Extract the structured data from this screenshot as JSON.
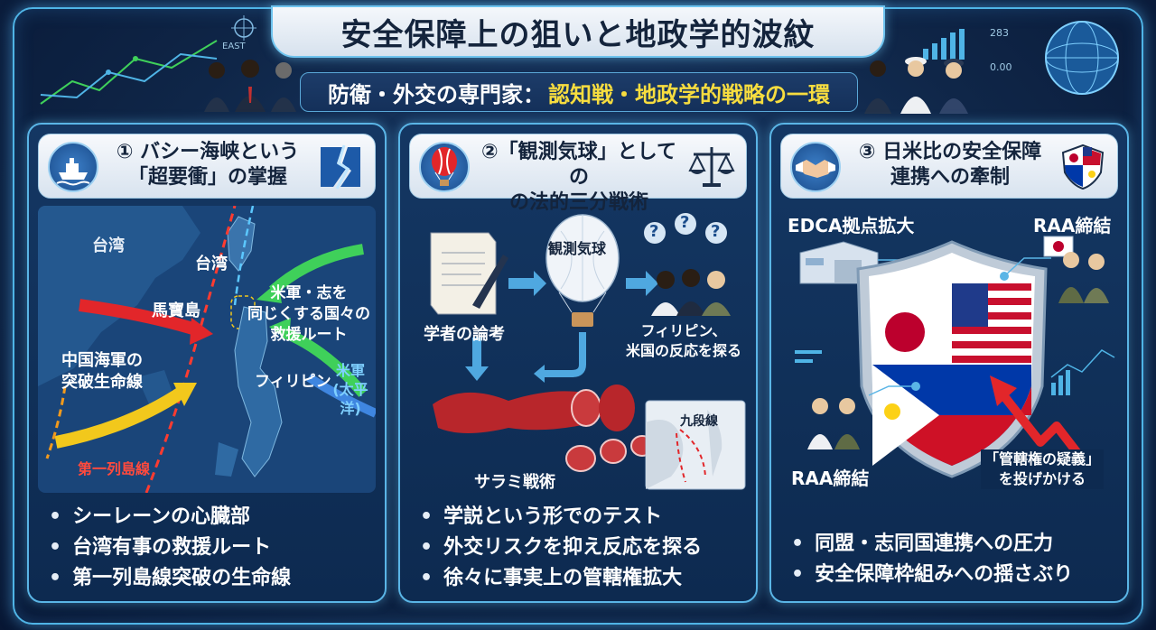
{
  "title": "安全保障上の狙いと地政学的波紋",
  "subtitle": {
    "prefix": "防衛・外交の専門家：",
    "highlight": "認知戦・地政学的戦略の一環"
  },
  "deco": {
    "east": "EAST",
    "num_top": "283",
    "num_mid": "0.00"
  },
  "panels": [
    {
      "header": [
        "① バシー海峡という",
        "「超要衝」の掌握"
      ],
      "icon": "ship-icon",
      "side_icon": "strait-map-icon",
      "labels": {
        "taiwan_sea": "台湾",
        "taiwan": "台湾",
        "mabao": "馬寶島",
        "allies": [
          "米軍・志を",
          "同じくする国々の",
          "救援ルート"
        ],
        "china": [
          "中国海軍の",
          "突破生命線"
        ],
        "philippines": "フィリピン",
        "us": [
          "米軍",
          "(太平洋)"
        ],
        "chain": "第一列島線"
      },
      "bullets": [
        "シーレーンの心臓部",
        "台湾有事の救援ルート",
        "第一列島線突破の生命線"
      ]
    },
    {
      "header": [
        "②「観測気球」としての",
        "の法的三分戦術"
      ],
      "icon": "balloon-icon",
      "side_icon": "scales-icon",
      "labels": {
        "paper": "学者の論考",
        "balloon": "観測気球",
        "reaction": [
          "フィリピン、",
          "米国の反応を探る"
        ],
        "salami": "サラミ戦術",
        "nine_dash": "九段線",
        "question": "?"
      },
      "bullets": [
        "学説という形でのテスト",
        "外交リスクを抑え反応を探る",
        "徐々に事実上の管轄権拡大"
      ]
    },
    {
      "header": [
        "③ 日米比の安全保障",
        "連携への牽制"
      ],
      "icon": "handshake-icon",
      "side_icon": "flag-shield-icon",
      "labels": {
        "edca": "EDCA拠点拡大",
        "raa_top": "RAA締結",
        "raa_bottom": "RAA締結",
        "doubt": [
          "「管轄権の疑義」",
          "を投げかける"
        ]
      },
      "bullets": [
        "同盟・志同国連携への圧力",
        "安全保障枠組みへの揺さぶり"
      ]
    }
  ],
  "colors": {
    "highlight": "#f7dd3f",
    "accent_blue": "#4fb4e6",
    "red_arrow": "#e2262a",
    "green_arrow": "#3fd05a",
    "yellow_arrow": "#f2c81c",
    "chain_red": "#ff3b30"
  }
}
